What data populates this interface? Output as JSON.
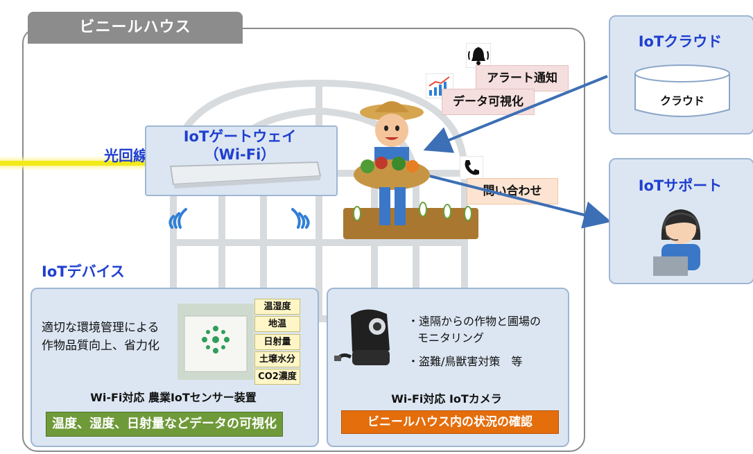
{
  "house": {
    "label": "ビニールハウス"
  },
  "gateway": {
    "title_line1": "IoTゲートウェイ",
    "title_line2": "（Wi-Fi）"
  },
  "fiber": {
    "label": "光回線"
  },
  "cloud": {
    "title": "IoTクラウド",
    "db_label": "クラウド"
  },
  "support": {
    "title": "IoTサポート"
  },
  "notifications": {
    "alert": "アラート通知",
    "visualize": "データ可視化",
    "inquiry": "問い合わせ"
  },
  "devices": {
    "title": "IoTデバイス",
    "sensor": {
      "desc_line1": "適切な環境管理による",
      "desc_line2": "作物品質向上、省力化",
      "tags": [
        "温湿度",
        "地温",
        "日射量",
        "土壌水分",
        "CO2濃度"
      ],
      "caption": "Wi-Fi対応 農業IoTセンサー装置",
      "banner": "温度、湿度、日射量などデータの可視化"
    },
    "camera": {
      "bullet1_line1": "・遠隔からの作物と圃場の",
      "bullet1_line2": "モニタリング",
      "bullet2": "・盗難/鳥獣害対策　等",
      "caption": "Wi-Fi対応 IoTカメラ",
      "banner": "ビニールハウス内の状況の確認"
    }
  },
  "colors": {
    "accent_blue": "#1f3fd0",
    "panel_fill": "#dce6f2",
    "arrow_blue": "#3c6fb5",
    "green": "#6f9a3a",
    "orange": "#e46d0c"
  }
}
